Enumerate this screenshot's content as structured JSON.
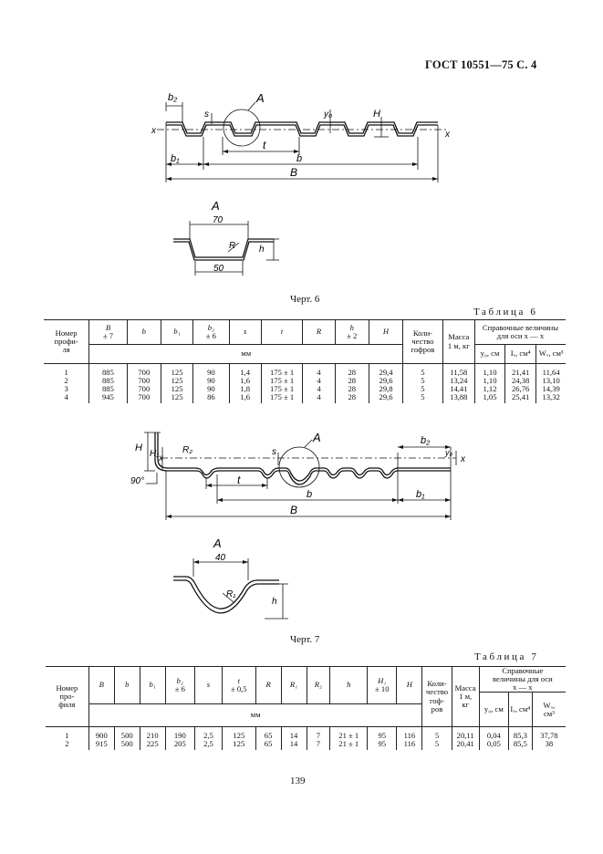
{
  "header": "ГОСТ 10551—75 С. 4",
  "page_number": "139",
  "fig6": {
    "caption": "Черт. 6",
    "main_labels": {
      "b2": "b₂",
      "s": "s",
      "A": "A",
      "y0": "y₀",
      "H": "H",
      "x_left": "x",
      "x_right": "x",
      "t": "t",
      "b1": "b₁",
      "b": "b",
      "B": "B"
    },
    "detail": {
      "title": "A",
      "dim_top": "70",
      "dim_bottom": "50",
      "R": "R",
      "h": "h"
    }
  },
  "fig7": {
    "caption": "Черт. 7",
    "main_labels": {
      "H": "H",
      "H1": "H₁",
      "R2": "R₂",
      "x_left": "x",
      "x_right": "x",
      "s": "s",
      "A": "A",
      "b2": "b₂",
      "y0": "y₀",
      "angle": "90°",
      "t": "t",
      "b": "b",
      "b1": "b₁",
      "B": "B"
    },
    "detail": {
      "title": "A",
      "dim_top": "40",
      "R1": "R₁",
      "h": "h"
    }
  },
  "table6": {
    "caption": "Таблица 6",
    "headers": {
      "num": "Номер\nпрофи-\nля",
      "B": "B",
      "B_tol": "± 7",
      "b": "b",
      "b1": "b₁",
      "b2": "b₂",
      "b2_tol": "± 6",
      "s": "s",
      "t": "t",
      "R": "R",
      "h": "h",
      "h_tol": "± 2",
      "H": "H",
      "count": "Коли-\nчество\nгофров",
      "mass": "Масса\n1 м, кг",
      "ref": "Справочные величины\nдля оси x — x",
      "y0": "y₀, см",
      "Ix": "Iₓ, см⁴",
      "Wx": "Wₓ, см³",
      "unit": "мм"
    },
    "rows": [
      [
        "1",
        "885",
        "700",
        "125",
        "90",
        "1,4",
        "175 ± 1",
        "4",
        "28",
        "29,4",
        "5",
        "11,58",
        "1,10",
        "21,41",
        "11,64"
      ],
      [
        "2",
        "885",
        "700",
        "125",
        "90",
        "1,6",
        "175 ± 1",
        "4",
        "28",
        "29,6",
        "5",
        "13,24",
        "1,10",
        "24,38",
        "13,10"
      ],
      [
        "3",
        "885",
        "700",
        "125",
        "90",
        "1,8",
        "175 ± 1",
        "4",
        "28",
        "29,8",
        "5",
        "14,41",
        "1,12",
        "26,76",
        "14,39"
      ],
      [
        "4",
        "945",
        "700",
        "125",
        "86",
        "1,6",
        "175 ± 1",
        "4",
        "28",
        "29,6",
        "5",
        "13,88",
        "1,05",
        "25,41",
        "13,32"
      ]
    ]
  },
  "table7": {
    "caption": "Таблица 7",
    "headers": {
      "num": "Номер\nпро-\nфиля",
      "B": "B",
      "b": "b",
      "b1": "b₁",
      "b2": "b₂",
      "b2_tol": "± 6",
      "s": "s",
      "t": "t",
      "t_tol": "± 0,5",
      "R": "R",
      "R1": "R₁",
      "R2": "R₂",
      "h": "h",
      "H1": "H₁",
      "H1_tol": "± 10",
      "H": "H",
      "count": "Коли-\nчество\nгоф-\nров",
      "mass": "Масса\n1 м,\nкг",
      "ref": "Справочные\nвеличины для оси\nx — x",
      "y0": "y₀, см",
      "Ix": "Iₓ, см⁴",
      "Wx": "Wₓ,\nсм³",
      "unit": "мм"
    },
    "rows": [
      [
        "1",
        "900",
        "500",
        "210",
        "190",
        "2,5",
        "125",
        "65",
        "14",
        "7",
        "21 ± 1",
        "95",
        "116",
        "5",
        "20,11",
        "0,04",
        "85,3",
        "37,78"
      ],
      [
        "2",
        "915",
        "500",
        "225",
        "205",
        "2,5",
        "125",
        "65",
        "14",
        "7",
        "21 ± 1",
        "95",
        "116",
        "5",
        "20,41",
        "0,05",
        "85,5",
        "38"
      ]
    ]
  }
}
